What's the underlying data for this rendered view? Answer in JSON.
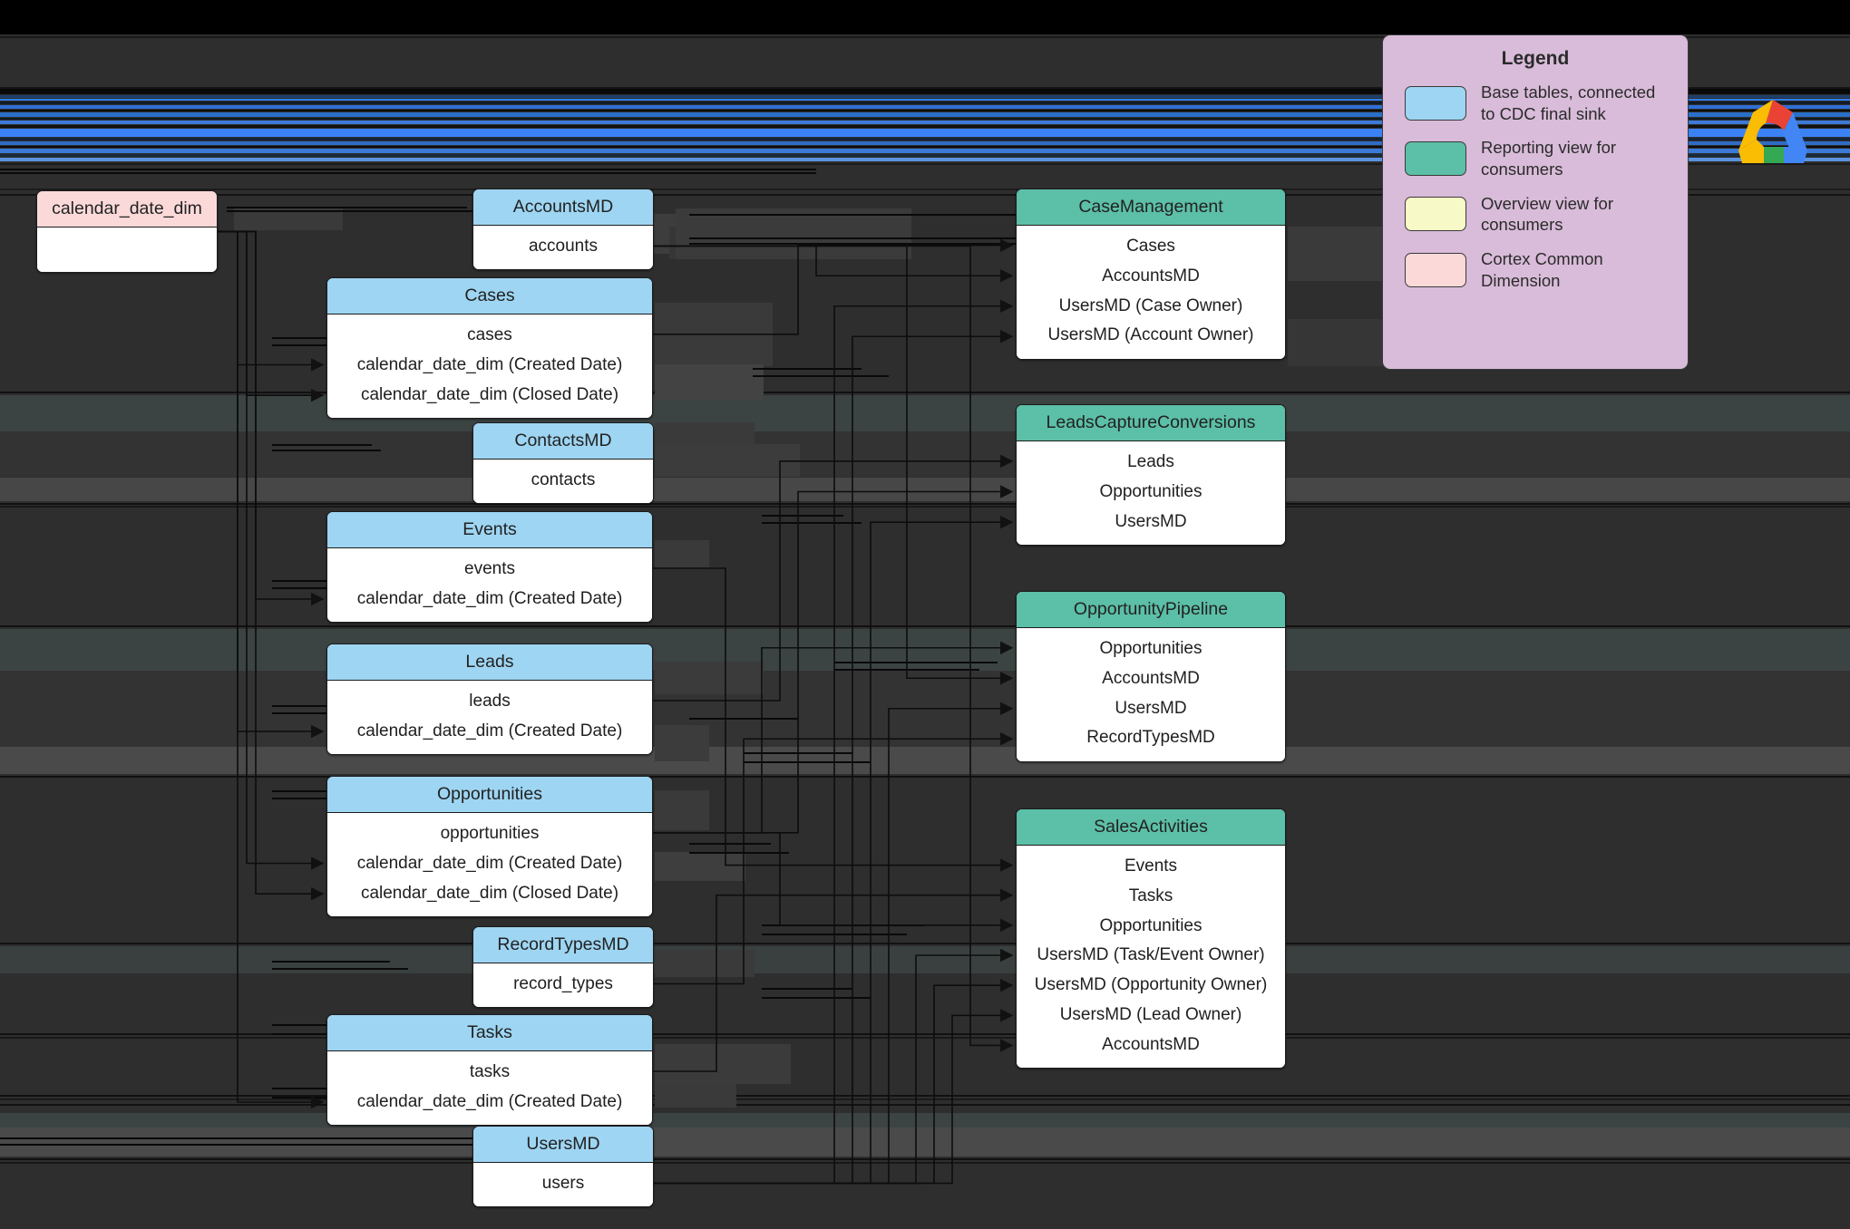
{
  "meta": {
    "background_color": "#2e2e2e",
    "diagram_type": "entity-lineage-diagram"
  },
  "palette": {
    "base_table_blue": "#9ed5f2",
    "reporting_view_green": "#5cbfa7",
    "overview_view_yellow": "#f7f9c6",
    "cortex_dimension_pink": "#fbd9d9",
    "legend_panel_purple": "#d9bcd9",
    "glitch_blue": "#2f7cf0"
  },
  "legend": {
    "title": "Legend",
    "items": [
      {
        "swatch_color": "#9ed5f2",
        "label": "Base tables, connected to CDC final sink",
        "icon": "rounded-swatch"
      },
      {
        "swatch_color": "#5cbfa7",
        "label": "Reporting view for consumers",
        "icon": "rounded-swatch"
      },
      {
        "swatch_color": "#f7f9c6",
        "label": "Overview view for consumers",
        "icon": "rounded-swatch"
      },
      {
        "swatch_color": "#fbd9d9",
        "label": "Cortex Common Dimension",
        "icon": "rounded-swatch"
      }
    ]
  },
  "branding": {
    "logo_name": "google-cloud-logo",
    "logo_colors": [
      "#ea4335",
      "#4285f4",
      "#fbbc04",
      "#34a853"
    ]
  },
  "dimension_nodes": [
    {
      "id": "calendar_date_dim",
      "title": "calendar_date_dim",
      "kind": "cortex-dimension",
      "rows": []
    }
  ],
  "base_tables": [
    {
      "id": "AccountsMD",
      "title": "AccountsMD",
      "kind": "base-table",
      "width": "narrow",
      "rows": [
        "accounts"
      ]
    },
    {
      "id": "Cases",
      "title": "Cases",
      "kind": "base-table",
      "width": "wide",
      "rows": [
        "cases",
        "calendar_date_dim (Created Date)",
        "calendar_date_dim (Closed Date)"
      ]
    },
    {
      "id": "ContactsMD",
      "title": "ContactsMD",
      "kind": "base-table",
      "width": "narrow",
      "rows": [
        "contacts"
      ]
    },
    {
      "id": "Events",
      "title": "Events",
      "kind": "base-table",
      "width": "wide",
      "rows": [
        "events",
        "calendar_date_dim (Created Date)"
      ]
    },
    {
      "id": "Leads",
      "title": "Leads",
      "kind": "base-table",
      "width": "wide",
      "rows": [
        "leads",
        "calendar_date_dim (Created Date)"
      ]
    },
    {
      "id": "Opportunities",
      "title": "Opportunities",
      "kind": "base-table",
      "width": "wide",
      "rows": [
        "opportunities",
        "calendar_date_dim (Created Date)",
        "calendar_date_dim (Closed Date)"
      ]
    },
    {
      "id": "RecordTypesMD",
      "title": "RecordTypesMD",
      "kind": "base-table",
      "width": "narrow",
      "rows": [
        "record_types"
      ]
    },
    {
      "id": "Tasks",
      "title": "Tasks",
      "kind": "base-table",
      "width": "wide",
      "rows": [
        "tasks",
        "calendar_date_dim (Created Date)"
      ]
    },
    {
      "id": "UsersMD",
      "title": "UsersMD",
      "kind": "base-table",
      "width": "narrow",
      "rows": [
        "users"
      ]
    }
  ],
  "reporting_views": [
    {
      "id": "CaseManagement",
      "title": "CaseManagement",
      "kind": "reporting-view",
      "rows": [
        "Cases",
        "AccountsMD",
        "UsersMD (Case Owner)",
        "UsersMD (Account Owner)"
      ]
    },
    {
      "id": "LeadsCaptureConversions",
      "title": "LeadsCaptureConversions",
      "kind": "reporting-view",
      "rows": [
        "Leads",
        "Opportunities",
        "UsersMD"
      ]
    },
    {
      "id": "OpportunityPipeline",
      "title": "OpportunityPipeline",
      "kind": "reporting-view",
      "rows": [
        "Opportunities",
        "AccountsMD",
        "UsersMD",
        "RecordTypesMD"
      ]
    },
    {
      "id": "SalesActivities",
      "title": "SalesActivities",
      "kind": "reporting-view",
      "rows": [
        "Events",
        "Tasks",
        "Opportunities",
        "UsersMD (Task/Event Owner)",
        "UsersMD (Opportunity Owner)",
        "UsersMD (Lead Owner)",
        "AccountsMD"
      ]
    }
  ]
}
